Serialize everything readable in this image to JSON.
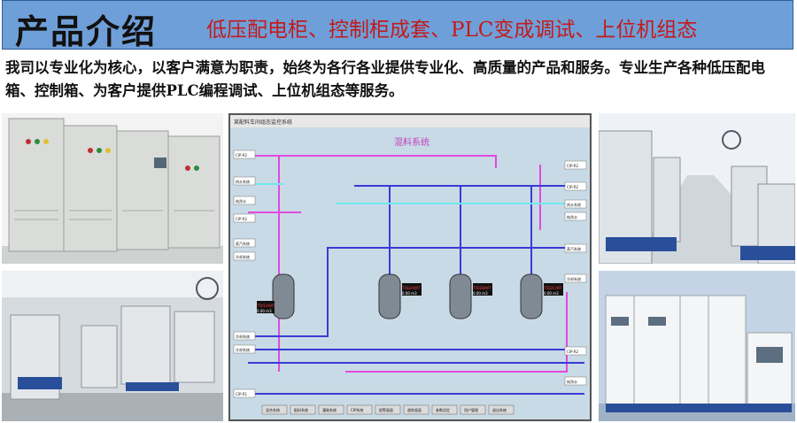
{
  "header": {
    "title": "产品介绍",
    "subtitle": "低压配电柜、控制柜成套、PLC变成调试、上位机组态"
  },
  "intro": {
    "text": "我司以专业化为核心，以客户满意为职责，始终为各行各业提供专业化、高质量的产品和服务。专业生产各种低压配电箱、控制箱、为客户提供PLC编程调试、上位机组态等服务。"
  },
  "scada": {
    "window_title": "某配料车间组态监控系统",
    "title": "混料系统",
    "left_tags": [
      "CIP-R2",
      "热水系统",
      "纯净水",
      "CIP-R2",
      "蒸汽系统",
      "冷却系统",
      "冷却系统",
      "冷却系统",
      "CIP-R1"
    ],
    "right_tags": [
      "CIP-R2",
      "CIP-R2",
      "热水系统",
      "纯净水",
      "蒸汽系统",
      "冷却系统",
      "CIP-R2",
      "纯净水"
    ],
    "tanks": [
      {
        "name": "T501A/WT",
        "value": "0.00 m3"
      },
      {
        "name": "T502A/WT",
        "value": "0.00 m3"
      },
      {
        "name": "T502B/WT",
        "value": "0.00 m3"
      },
      {
        "name": "T502C/WT",
        "value": "0.00 m3"
      }
    ],
    "buttons": [
      "混合系统",
      "配料系统",
      "灌装系统",
      "CIP系统",
      "报警画面",
      "趋势画面",
      "参数设定",
      "用户管理",
      "退出系统"
    ]
  },
  "colors": {
    "header_bg": "#6f9fd8",
    "subtitle": "#c41a1a",
    "pipe_blue": "#3a3ad8",
    "pipe_magenta": "#e04ae0",
    "pipe_cyan": "#6fe8f0"
  }
}
